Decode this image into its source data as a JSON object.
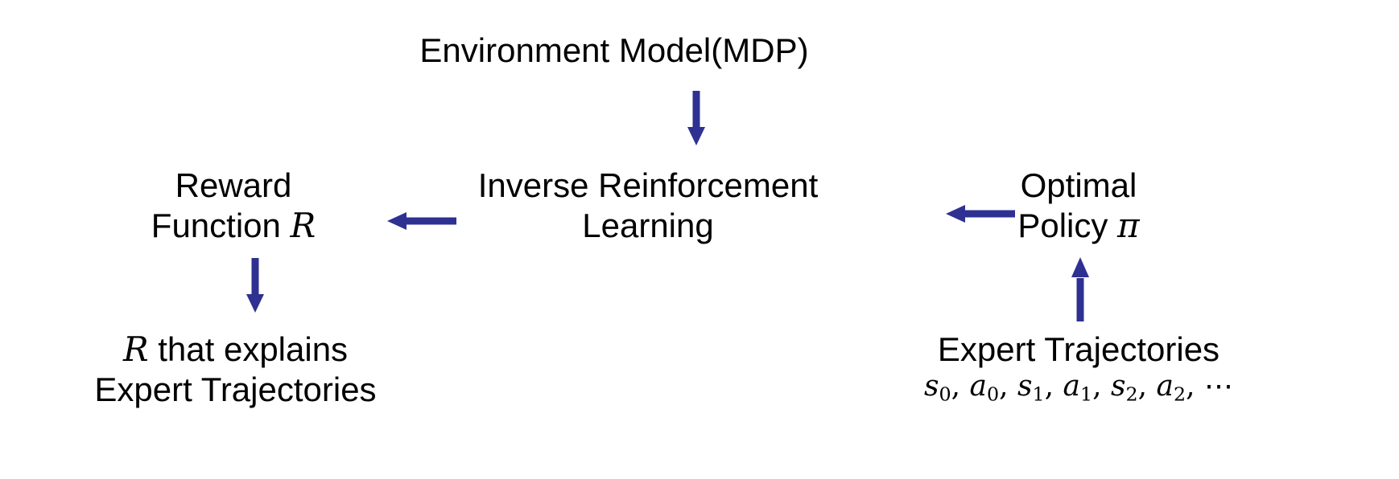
{
  "diagram": {
    "title": "Inverse Reinforcement Learning flow diagram",
    "accent_color": "#2E3192",
    "text_color": "#000000",
    "background_color": "#FFFFFF"
  },
  "nodes": {
    "environment_model": {
      "label": "Environment Model(MDP)"
    },
    "irl": {
      "line1": "Inverse Reinforcement",
      "line2": "Learning"
    },
    "reward_function": {
      "line1": "Reward",
      "line2_prefix": "Function ",
      "line2_symbol": "R"
    },
    "optimal_policy": {
      "line1": "Optimal",
      "line2_prefix": "Policy ",
      "line2_symbol": "π"
    },
    "reward_explains": {
      "line1_symbol": "R",
      "line1_suffix": " that explains",
      "line2": "Expert Trajectories"
    },
    "expert_trajectories": {
      "line1": "Expert Trajectories",
      "trajectory": [
        {
          "symbol": "s",
          "subscript": "0"
        },
        {
          "symbol": "a",
          "subscript": "0"
        },
        {
          "symbol": "s",
          "subscript": "1"
        },
        {
          "symbol": "a",
          "subscript": "1"
        },
        {
          "symbol": "s",
          "subscript": "2"
        },
        {
          "symbol": "a",
          "subscript": "2"
        }
      ],
      "trajectory_separator": ", ",
      "trajectory_ellipsis": "⋯",
      "trajectory_text": "s0, a0, s1, a1, s2, a2, ⋯"
    }
  },
  "arrows": [
    {
      "name": "environment-to-irl",
      "direction": "down",
      "from": "environment_model",
      "to": "irl"
    },
    {
      "name": "irl-to-reward",
      "direction": "left",
      "from": "irl",
      "to": "reward_function"
    },
    {
      "name": "policy-to-irl",
      "direction": "left",
      "from": "optimal_policy",
      "to": "irl"
    },
    {
      "name": "reward-to-explains",
      "direction": "down",
      "from": "reward_function",
      "to": "reward_explains"
    },
    {
      "name": "trajectories-to-policy",
      "direction": "up",
      "from": "expert_trajectories",
      "to": "optimal_policy"
    }
  ]
}
